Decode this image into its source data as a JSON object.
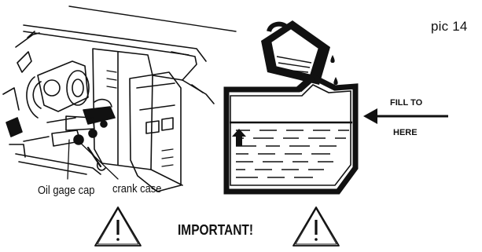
{
  "diagram": {
    "figure_label": "pic 14",
    "fill_to_label": "FILL TO",
    "here_label": "HERE",
    "oil_gage_cap_label": "Oil gage cap",
    "crank_case_label": "crank case",
    "important_label": "IMPORTANT!"
  },
  "colors": {
    "ink": "#111111",
    "background": "#ffffff"
  },
  "icons": {
    "pour_container": "oil-pour-container-icon",
    "warning": "warning-triangle-icon",
    "arrow": "fill-level-arrow-icon"
  }
}
